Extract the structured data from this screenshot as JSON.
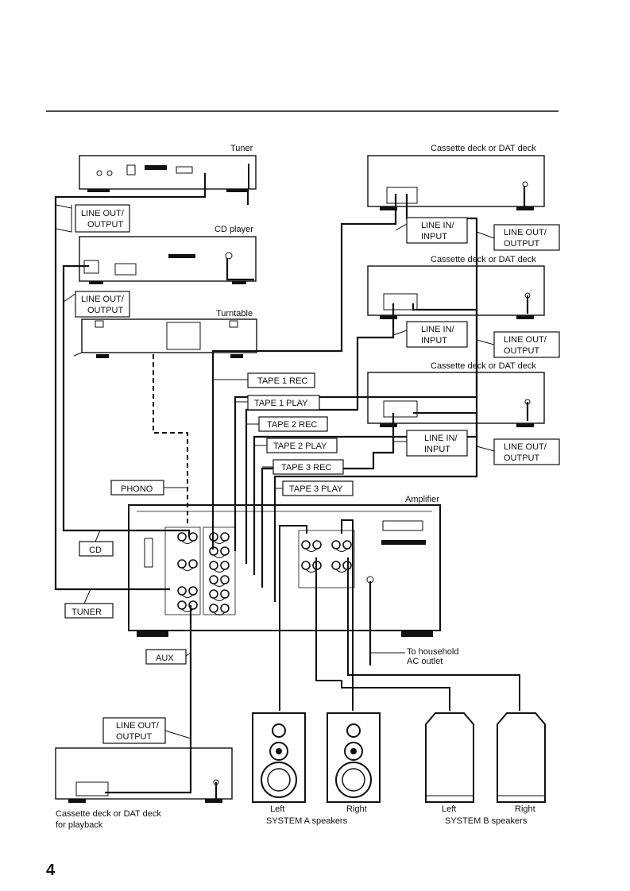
{
  "page_number": "4",
  "devices": {
    "tuner": "Tuner",
    "cd_player": "CD player",
    "turntable": "Turntable",
    "amplifier": "Amplifier",
    "cassette_1": "Cassette deck or DAT deck",
    "cassette_2": "Cassette deck or DAT deck",
    "cassette_3": "Cassette deck or DAT deck",
    "playback_deck_line1": "Cassette deck or DAT deck",
    "playback_deck_line2": "for playback"
  },
  "connection_labels": {
    "tuner_out": [
      "LINE OUT/",
      "OUTPUT"
    ],
    "cd_out": [
      "LINE OUT/",
      "OUTPUT"
    ],
    "deck1_in": [
      "LINE IN/",
      "INPUT"
    ],
    "deck1_out": [
      "LINE OUT/",
      "OUTPUT"
    ],
    "deck2_in": [
      "LINE IN/",
      "INPUT"
    ],
    "deck2_out": [
      "LINE OUT/",
      "OUTPUT"
    ],
    "deck3_in": [
      "LINE IN/",
      "INPUT"
    ],
    "deck3_out": [
      "LINE OUT/",
      "OUTPUT"
    ],
    "playback_out": [
      "LINE OUT/",
      "OUTPUT"
    ],
    "tape1_rec": "TAPE 1 REC",
    "tape1_play": "TAPE 1 PLAY",
    "tape2_rec": "TAPE 2 REC",
    "tape2_play": "TAPE 2 PLAY",
    "tape3_rec": "TAPE 3 REC",
    "tape3_play": "TAPE 3 PLAY",
    "phono": "PHONO",
    "cd": "CD",
    "tuner": "TUNER",
    "aux": "AUX"
  },
  "ac_outlet": [
    "To household",
    "AC outlet"
  ],
  "speakers": {
    "a_left": "Left",
    "a_right": "Right",
    "a_caption": "SYSTEM A speakers",
    "b_left": "Left",
    "b_right": "Right",
    "b_caption": "SYSTEM B speakers"
  }
}
